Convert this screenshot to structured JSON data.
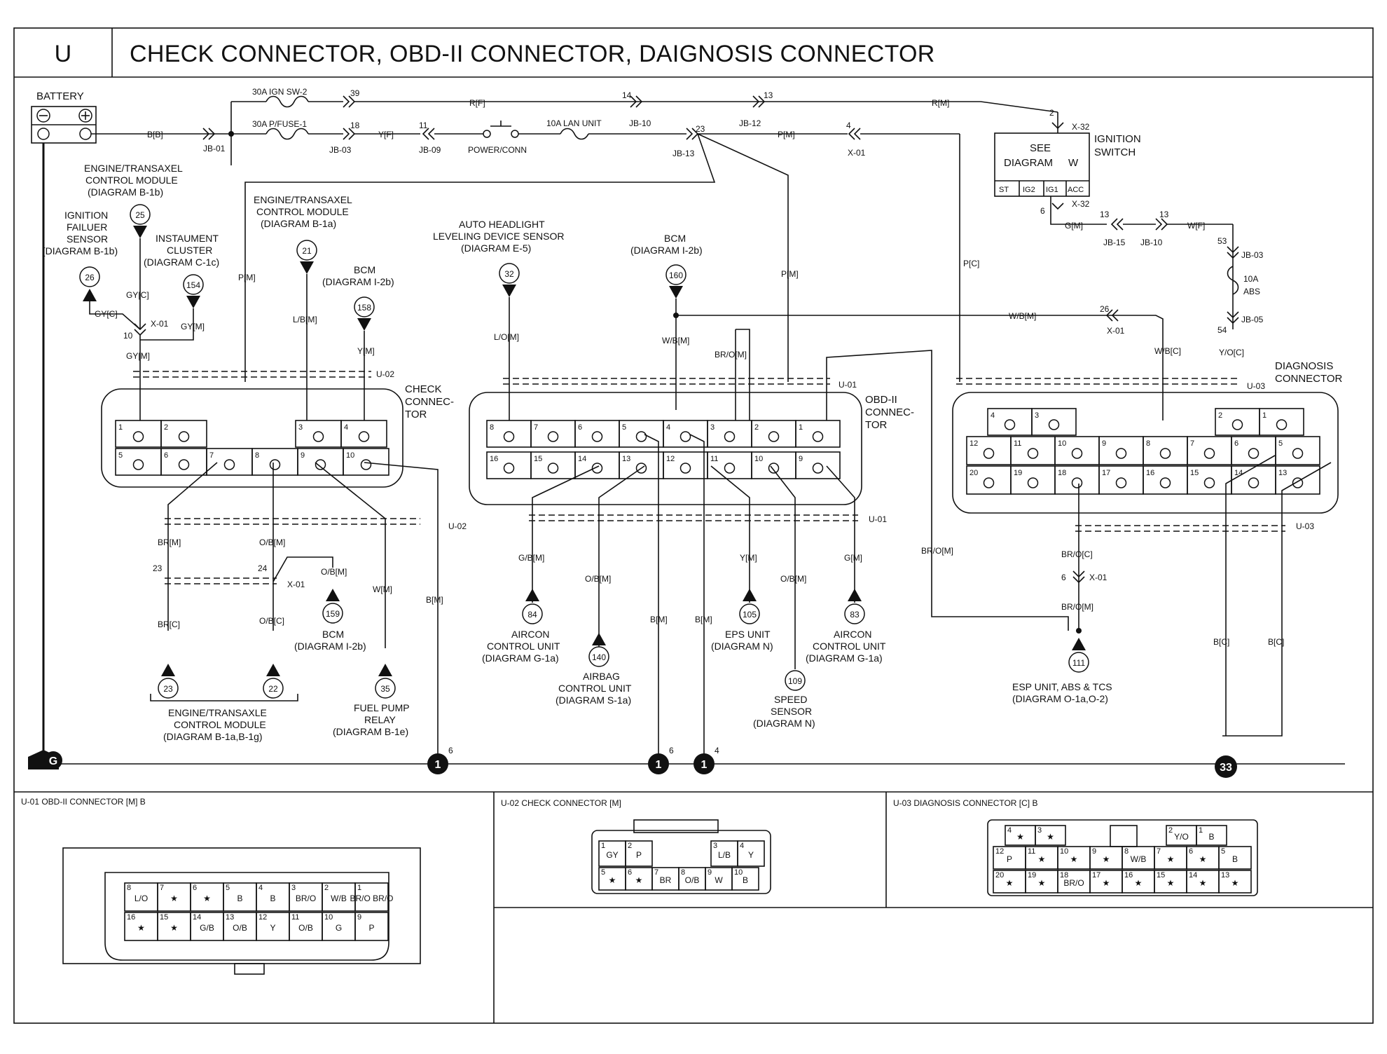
{
  "header": {
    "section_code": "U",
    "title": "CHECK CONNECTOR, OBD-II CONNECTOR, DAIGNOSIS CONNECTOR"
  },
  "power": {
    "battery": "BATTERY",
    "fuse_ign": "30A IGN SW-2",
    "fuse_pfuse": "30A P/FUSE-1",
    "fuse_lan": "10A LAN UNIT",
    "power_conn": "POWER/CONN",
    "wire_bb": "B[B]",
    "wire_rf": "R[F]",
    "wire_rm": "R[M]",
    "wire_yf": "Y[F]",
    "wire_pm": "P[M]",
    "jb01": "JB-01",
    "jb03": "JB-03",
    "jb09": "JB-09",
    "jb10": "JB-10",
    "jb12": "JB-12",
    "jb13": "JB-13",
    "n39": "39",
    "n18": "18",
    "n11": "11",
    "n14": "14",
    "n13": "13",
    "n23": "23",
    "n4": "4",
    "x01": "X-01"
  },
  "ignition": {
    "see": "SEE",
    "diagram": "DIAGRAM",
    "diagram_letter": "W",
    "l1": "IGNITION",
    "l2": "SWITCH",
    "x32": "X-32",
    "n2": "2",
    "n6": "6",
    "st": "ST",
    "ig2": "IG2",
    "ig1": "IG1",
    "acc": "ACC",
    "wire_gm": "G[M]",
    "wire_wf": "W[F]",
    "jb15": "JB-15",
    "jb10": "JB-10",
    "n13a": "13",
    "n13b": "13",
    "n53": "53",
    "jb03": "JB-03",
    "fuse": "10A",
    "fuse2": "ABS",
    "n54": "54",
    "jb05": "JB-05"
  },
  "check": {
    "etcm_l1": "ENGINE/TRANSAXEL",
    "etcm_l2": "CONTROL MODULE",
    "etcm_l3": "(DIAGRAM B-1b)",
    "n25": "25",
    "ifs_l1": "IGNITION",
    "ifs_l2": "FAILUER",
    "ifs_l3": "SENSOR",
    "ifs_l4": "(DIAGRAM B-1b)",
    "n26": "26",
    "ic_l1": "INSTAUMENT",
    "ic_l2": "CLUSTER",
    "ic_l3": "(DIAGRAM C-1c)",
    "n154": "154",
    "etcm2_l1": "ENGINE/TRANSAXEL",
    "etcm2_l2": "CONTROL MODULE",
    "etcm2_l3": "(DIAGRAM B-1a)",
    "n21": "21",
    "bcm_l1": "BCM",
    "bcm_l2": "(DIAGRAM I-2b)",
    "n158": "158",
    "w_gyc": "GY[C]",
    "w_gyc2": "GY[C]",
    "w_gym": "GY[M]",
    "w_gym2": "GY[M]",
    "w_pm": "P[M]",
    "w_lbm": "L/B[M]",
    "w_ym": "Y[M]",
    "x01": "X-01",
    "n10": "10",
    "u02": "U-02",
    "u02b": "U-02",
    "name_l1": "CHECK",
    "name_l2": "CONNEC-",
    "name_l3": "TOR",
    "pins_top": [
      "1",
      "2",
      "3",
      "4"
    ],
    "pins_bot": [
      "5",
      "6",
      "7",
      "8",
      "9",
      "10"
    ],
    "w_brm": "BR[M]",
    "w_obm": "O/B[M]",
    "w_wm": "W[M]",
    "w_bm": "B[M]",
    "w_obm2": "O/B[M]",
    "n23": "23",
    "n24": "24",
    "x01b": "X-01",
    "w_brc": "BR[C]",
    "w_obc": "O/B[C]",
    "n159": "159",
    "bcm2_l1": "BCM",
    "bcm2_l2": "(DIAGRAM I-2b)",
    "n23b": "23",
    "n22": "22",
    "n35": "35",
    "etcm3_l1": "ENGINE/TRANSAXLE",
    "etcm3_l2": "CONTROL MODULE",
    "etcm3_l3": "(DIAGRAM B-1a,B-1g)",
    "fpr_l1": "FUEL PUMP",
    "fpr_l2": "RELAY",
    "fpr_l3": "(DIAGRAM B-1e)"
  },
  "obd": {
    "ahl_l1": "AUTO HEADLIGHT",
    "ahl_l2": "LEVELING DEVICE SENSOR",
    "ahl_l3": "(DIAGRAM E-5)",
    "n32": "32",
    "bcm_l1": "BCM",
    "bcm_l2": "(DIAGRAM I-2b)",
    "n160": "160",
    "w_lom": "L/O[M]",
    "w_wbm": "W/B[M]",
    "w_brom": "BR/O[M]",
    "w_pm": "P[M]",
    "w_pc": "P[C]",
    "w_wbm2": "W/B[M]",
    "u01": "U-01",
    "u01b": "U-01",
    "n26": "26",
    "x01": "X-01",
    "name_l1": "OBD-II",
    "name_l2": "CONNEC-",
    "name_l3": "TOR",
    "pins_top": [
      "8",
      "7",
      "6",
      "5",
      "4",
      "3",
      "2",
      "1"
    ],
    "pins_bot": [
      "16",
      "15",
      "14",
      "13",
      "12",
      "11",
      "10",
      "9"
    ],
    "w_gbm": "G/B[M]",
    "w_obm": "O/B[M]",
    "w_bm": "B[M]",
    "w_bm2": "B[M]",
    "w_ym": "Y[M]",
    "w_obm2": "O/B[M]",
    "w_gm": "G[M]",
    "n84": "84",
    "ac_l1": "AIRCON",
    "ac_l2": "CONTROL UNIT",
    "ac_l3": "(DIAGRAM G-1a)",
    "n140": "140",
    "ab_l1": "AIRBAG",
    "ab_l2": "CONTROL UNIT",
    "ab_l3": "(DIAGRAM S-1a)",
    "n105": "105",
    "eps_l1": "EPS UNIT",
    "eps_l2": "(DIAGRAM N)",
    "n109": "109",
    "sp_l1": "SPEED",
    "sp_l2": "SENSOR",
    "sp_l3": "(DIAGRAM N)",
    "n83": "83",
    "ac2_l1": "AIRCON",
    "ac2_l2": "CONTROL UNIT",
    "ac2_l3": "(DIAGRAM G-1a)"
  },
  "diag": {
    "name_l1": "DIAGNOSIS",
    "name_l2": "CONNECTOR",
    "u03": "U-03",
    "u03b": "U-03",
    "w_wbc": "W/B[C]",
    "w_yoc": "Y/O[C]",
    "w_brom": "BR/O[M]",
    "w_broc": "BR/O[C]",
    "w_brom2": "BR/O[M]",
    "w_bc": "B[C]",
    "w_bc2": "B[C]",
    "n6": "6",
    "x01": "X-01",
    "pins_r1": [
      "4",
      "3",
      "2",
      "1"
    ],
    "pins_r2": [
      "12",
      "11",
      "10",
      "9",
      "8",
      "7",
      "6",
      "5"
    ],
    "pins_r3": [
      "20",
      "19",
      "18",
      "17",
      "16",
      "15",
      "14",
      "13"
    ],
    "n111": "111",
    "esp_l1": "ESP UNIT, ABS & TCS",
    "esp_l2": "(DIAGRAM O-1a,O-2)"
  },
  "ground": {
    "g": "G",
    "g1": "1",
    "g2": "1",
    "g3": "1",
    "g33": "33",
    "s6": "6",
    "s6b": "6",
    "s4": "4"
  },
  "views": {
    "u01_title": "U-01 OBD-II CONNECTOR [M] B",
    "u01_top": [
      {
        "n": "8",
        "t": "L/O"
      },
      {
        "n": "7",
        "t": "★"
      },
      {
        "n": "6",
        "t": "★"
      },
      {
        "n": "5",
        "t": "B"
      },
      {
        "n": "4",
        "t": "B"
      },
      {
        "n": "3",
        "t": "BR/O"
      },
      {
        "n": "2",
        "t": "W/B"
      },
      {
        "n": "1",
        "t": "BR/O BR/O"
      }
    ],
    "u01_bot": [
      {
        "n": "16",
        "t": "★"
      },
      {
        "n": "15",
        "t": "★"
      },
      {
        "n": "14",
        "t": "G/B"
      },
      {
        "n": "13",
        "t": "O/B"
      },
      {
        "n": "12",
        "t": "Y"
      },
      {
        "n": "11",
        "t": "O/B"
      },
      {
        "n": "10",
        "t": "G"
      },
      {
        "n": "9",
        "t": "P"
      }
    ],
    "u02_title": "U-02 CHECK CONNECTOR [M]",
    "u02_top": [
      {
        "n": "1",
        "t": "GY"
      },
      {
        "n": "2",
        "t": "P"
      },
      {
        "n": "3",
        "t": "L/B"
      },
      {
        "n": "4",
        "t": "Y"
      }
    ],
    "u02_bot": [
      {
        "n": "5",
        "t": "★"
      },
      {
        "n": "6",
        "t": "★"
      },
      {
        "n": "7",
        "t": "BR"
      },
      {
        "n": "8",
        "t": "O/B"
      },
      {
        "n": "9",
        "t": "W"
      },
      {
        "n": "10",
        "t": "B"
      }
    ],
    "u03_title": "U-03 DIAGNOSIS CONNECTOR [C] B",
    "u03_r1": [
      {
        "n": "4",
        "t": "★"
      },
      {
        "n": "3",
        "t": "★"
      },
      {
        "n": "2",
        "t": "Y/O"
      },
      {
        "n": "1",
        "t": "B"
      }
    ],
    "u03_r2": [
      {
        "n": "12",
        "t": "P"
      },
      {
        "n": "11",
        "t": "★"
      },
      {
        "n": "10",
        "t": "★"
      },
      {
        "n": "9",
        "t": "★"
      },
      {
        "n": "8",
        "t": "W/B"
      },
      {
        "n": "7",
        "t": "★"
      },
      {
        "n": "6",
        "t": "★"
      },
      {
        "n": "5",
        "t": "B"
      }
    ],
    "u03_r3": [
      {
        "n": "20",
        "t": "★"
      },
      {
        "n": "19",
        "t": "★"
      },
      {
        "n": "18",
        "t": "BR/O"
      },
      {
        "n": "17",
        "t": "★"
      },
      {
        "n": "16",
        "t": "★"
      },
      {
        "n": "15",
        "t": "★"
      },
      {
        "n": "14",
        "t": "★"
      },
      {
        "n": "13",
        "t": "★"
      }
    ]
  }
}
